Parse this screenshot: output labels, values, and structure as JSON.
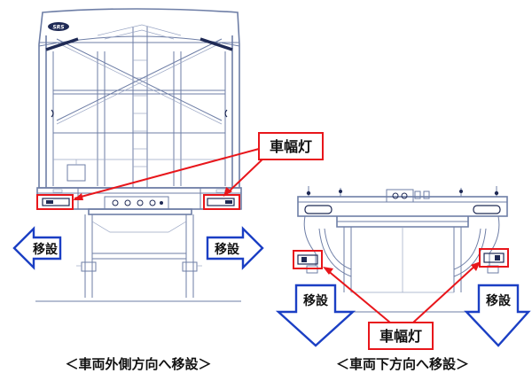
{
  "logo_text": "SRS",
  "callout_left": {
    "label": "車幅灯"
  },
  "callout_right": {
    "label": "車幅灯"
  },
  "arrows": {
    "left_outward": "移設",
    "right_outward": "移設",
    "left_down": "移設",
    "right_down": "移設"
  },
  "captions": {
    "left": "＜車両外側方向へ移設＞",
    "right": "＜車両下方向へ移設＞"
  },
  "colors": {
    "line": "#6e7ea6",
    "accent_red": "#e8161b",
    "arrow_blue": "#1b3fc4"
  }
}
